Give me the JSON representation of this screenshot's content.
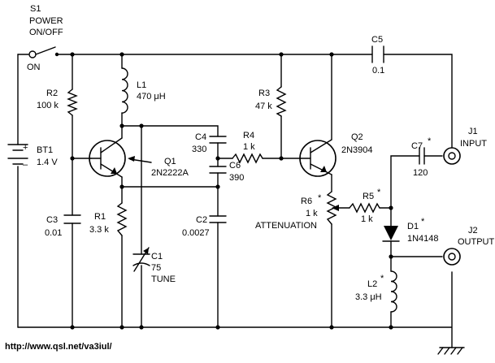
{
  "switch": {
    "ref": "S1",
    "name1": "POWER",
    "name2": "ON/OFF",
    "state": "ON"
  },
  "battery": {
    "ref": "BT1",
    "value": "1.4 V",
    "plus": "+",
    "minus": "–"
  },
  "r2": {
    "ref": "R2",
    "value": "100 k"
  },
  "r1": {
    "ref": "R1",
    "value": "3.3 k"
  },
  "r3": {
    "ref": "R3",
    "value": "47 k"
  },
  "r4": {
    "ref": "R4",
    "value": "1 k"
  },
  "r5": {
    "ref": "R5",
    "value": "1 k",
    "mark": "*"
  },
  "r6": {
    "ref": "R6",
    "value": "1 k",
    "mark": "*",
    "function": "ATTENUATION"
  },
  "l1": {
    "ref": "L1",
    "value": "470 μH"
  },
  "l2": {
    "ref": "L2",
    "value": "3.3 μH",
    "mark": "*"
  },
  "q1": {
    "ref": "Q1",
    "part": "2N2222A"
  },
  "q2": {
    "ref": "Q2",
    "part": "2N3904"
  },
  "c1": {
    "ref": "C1",
    "value": "75",
    "function": "TUNE"
  },
  "c2": {
    "ref": "C2",
    "value": "0.0027"
  },
  "c3": {
    "ref": "C3",
    "value": "0.01"
  },
  "c4": {
    "ref": "C4",
    "value": "330"
  },
  "c5": {
    "ref": "C5",
    "value": "0.1"
  },
  "c6": {
    "ref": "C6",
    "value": "390"
  },
  "c7": {
    "ref": "C7",
    "value": "120",
    "mark": "*"
  },
  "d1": {
    "ref": "D1",
    "part": "1N4148",
    "mark": "*"
  },
  "j1": {
    "ref": "J1",
    "name": "INPUT"
  },
  "j2": {
    "ref": "J2",
    "name": "OUTPUT"
  },
  "url": "http://www.qsl.net/va3iul/"
}
